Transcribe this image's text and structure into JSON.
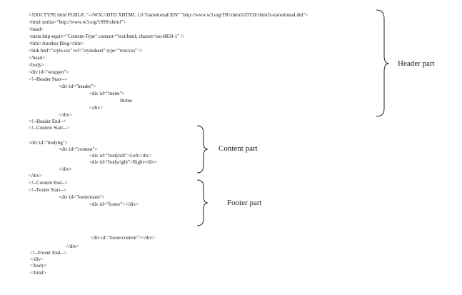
{
  "code_lines": [
    "<!DOCTYPE html PUBLIC \"-//W3C//DTD XHTML 1.0 Transitional//EN\" \"http://www.w3.org/TR/xhtml1/DTD/xhtml1-transitional.dtd\">",
    "<html xmlns=\"http://www.w3.org/1999/xhtml\">",
    "<head>",
    "<meta http-equiv=\"Content-Type\" content=\"text/html; charset=iso-8859-1\" />",
    "<title>Another Blog</title>",
    "<link href=\"style.css\" rel=\"stylesheet\" type=\"text/css\" />",
    "</head>",
    "<body>",
    "<div id=\"wrapper\">",
    "<!--Header Start-->",
    "<div id=\"header\">",
    "<div id=\"menu\">",
    "Home",
    "</div>",
    "</div>",
    "<!--Header End-->",
    "<!--Content Start-->",
    "<div id=\"bodybg\">",
    "<div id=\"content\">",
    "<div id=\"bodyleft\">Left</div>",
    "<div id=\"bodyright\">Right</div>",
    "</div>",
    "</div>",
    "<!--Content End-->",
    "<!--Footer Start-->",
    "<div id=\"footermain\">",
    "<div id=\"footer\"></div>",
    "<div id=\"footercontent\"></div>",
    "</div>",
    "<!--Footer End-->",
    "</div>",
    "</body>",
    "</html>"
  ],
  "labels": {
    "header": "Header part",
    "content": "Content part",
    "footer": "Footer part"
  }
}
